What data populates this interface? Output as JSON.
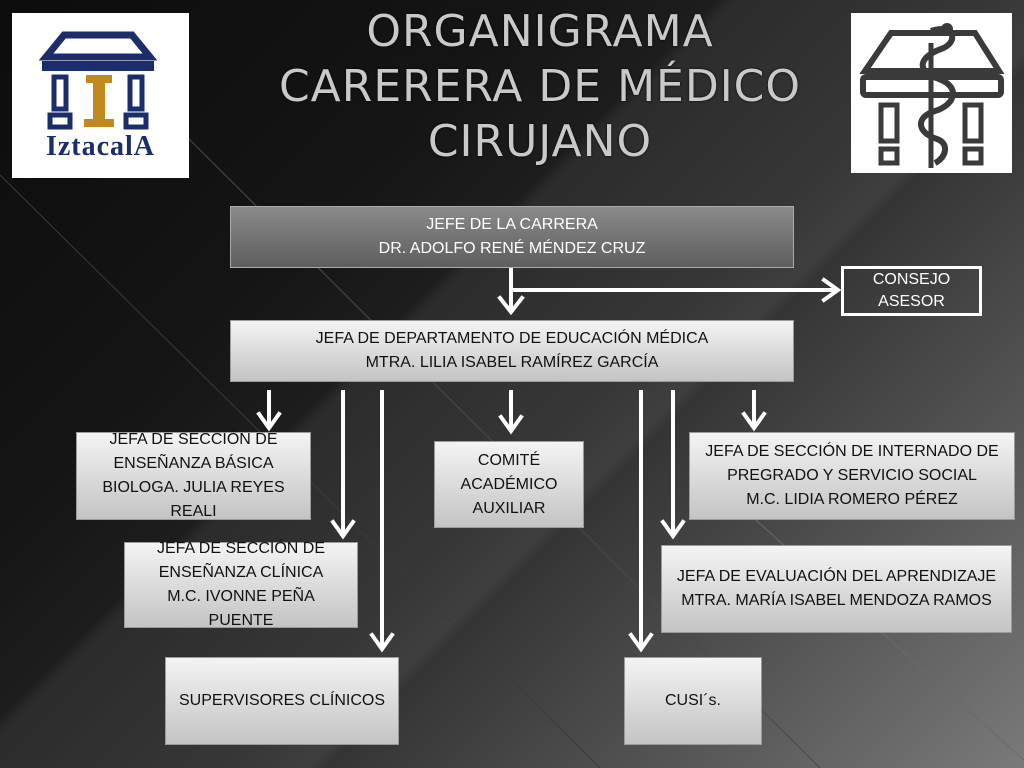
{
  "title": {
    "line1": "ORGANIGRAMA",
    "line2": "CARERERA DE MÉDICO",
    "line3": "CIRUJANO"
  },
  "logos": {
    "left": {
      "text": "IztacalA",
      "icon": "iztacala-building-icon"
    },
    "right": {
      "icon": "medicine-serpent-building-icon"
    }
  },
  "nodes": {
    "jefe": {
      "line1": "JEFE DE LA CARRERA",
      "line2": "DR. ADOLFO RENÉ MÉNDEZ CRUZ"
    },
    "consejo": {
      "line1": "CONSEJO",
      "line2": "ASESOR"
    },
    "departamento": {
      "line1": "JEFA DE DEPARTAMENTO DE EDUCACIÓN MÉDICA",
      "line2": "MTRA. LILIA ISABEL RAMÍREZ GARCÍA"
    },
    "basica": {
      "line1": "JEFA DE SECCIÓN DE",
      "line2": "ENSEÑANZA BÁSICA",
      "line3": "BIOLOGA. JULIA REYES",
      "line4": "REALI"
    },
    "clinica": {
      "line1": "JEFA DE SECCIÓN DE",
      "line2": "ENSEÑANZA CLÍNICA",
      "line3": "M.C. IVONNE PEÑA",
      "line4": "PUENTE"
    },
    "comite": {
      "line1": "COMITÉ",
      "line2": "ACADÉMICO",
      "line3": "AUXILIAR"
    },
    "internado": {
      "line1": "JEFA DE SECCIÓN DE INTERNADO DE",
      "line2": "PREGRADO Y SERVICIO SOCIAL",
      "line3": "M.C. LIDIA ROMERO PÉREZ"
    },
    "evaluacion": {
      "line1": "JEFA DE EVALUACIÓN DEL APRENDIZAJE",
      "line2": "MTRA. MARÍA ISABEL MENDOZA RAMOS"
    },
    "supervisores": {
      "line1": "SUPERVISORES CLÍNICOS"
    },
    "cusis": {
      "line1": "CUSI´s."
    }
  },
  "colors": {
    "arrow": "#ffffff",
    "title": "#c9c9c9",
    "head_box": "#6e6e6e",
    "box": "#d9d9d9"
  }
}
